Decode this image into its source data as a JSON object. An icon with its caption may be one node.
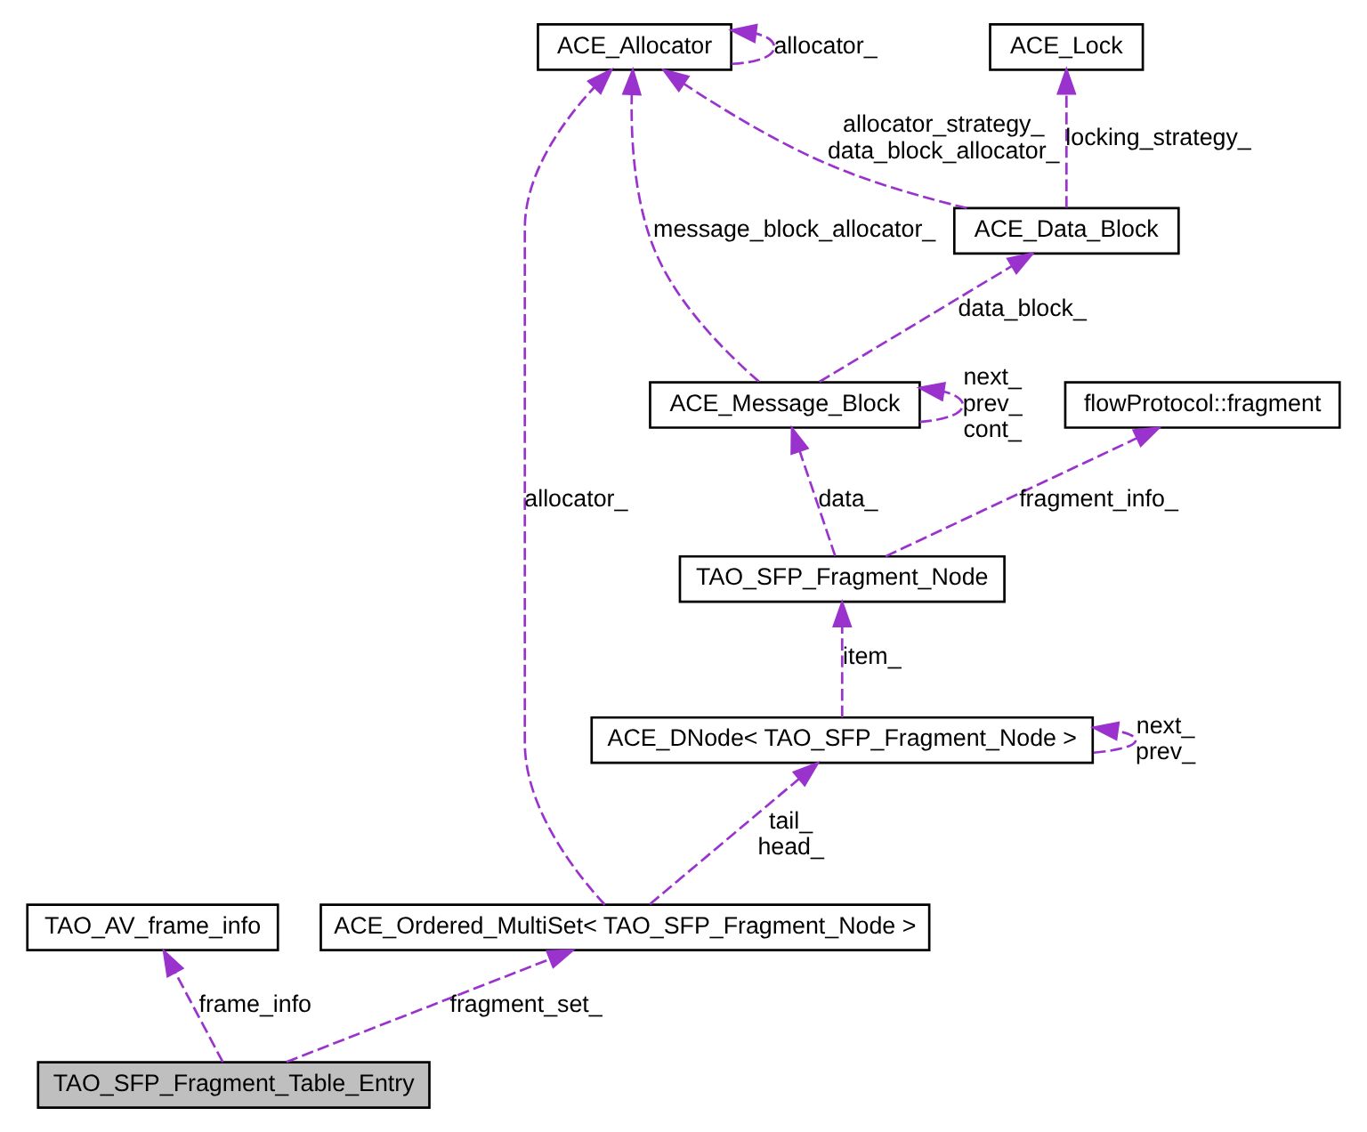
{
  "diagram": {
    "nodes": [
      {
        "text": [
          "ACE_Allocator"
        ]
      },
      {
        "text": [
          "ACE_Lock"
        ]
      },
      {
        "text": [
          "ACE_Data_Block"
        ]
      },
      {
        "text": [
          "ACE_Message_Block"
        ]
      },
      {
        "text": [
          "flowProtocol::fragment"
        ]
      },
      {
        "text": [
          "TAO_SFP_Fragment_Node"
        ]
      },
      {
        "text": [
          "ACE_DNode< TAO_SFP_Fragment_Node >"
        ]
      },
      {
        "text": [
          "TAO_AV_frame_info"
        ]
      },
      {
        "text": [
          "ACE_Ordered_MultiSet< TAO_SFP_Fragment_Node >"
        ]
      },
      {
        "text": [
          "TAO_SFP_Fragment_Table_Entry"
        ]
      }
    ],
    "edges": [
      {
        "from": 0,
        "to": 0,
        "arrow": "to",
        "label": "allocator_",
        "style": "dashed"
      },
      {
        "from": 2,
        "to": 0,
        "arrow": "to",
        "label": "allocator_strategy_ data_block_allocator_",
        "style": "dashed"
      },
      {
        "from": 2,
        "to": 1,
        "arrow": "to",
        "label": "locking_strategy_",
        "style": "dashed"
      },
      {
        "from": 3,
        "to": 0,
        "arrow": "to",
        "label": "message_block_allocator_",
        "style": "dashed"
      },
      {
        "from": 3,
        "to": 2,
        "arrow": "to",
        "label": "data_block_",
        "style": "dashed"
      },
      {
        "from": 3,
        "to": 3,
        "arrow": "to",
        "label": "next_ prev_ cont_",
        "style": "dashed"
      },
      {
        "from": 5,
        "to": 4,
        "arrow": "to",
        "label": "fragment_info_",
        "style": "dashed"
      },
      {
        "from": 5,
        "to": 3,
        "arrow": "to",
        "label": "data_",
        "style": "dashed"
      },
      {
        "from": 6,
        "to": 5,
        "arrow": "to",
        "label": "item_",
        "style": "dashed"
      },
      {
        "from": 6,
        "to": 6,
        "arrow": "to",
        "label": "next_ prev_",
        "style": "dashed"
      },
      {
        "from": 8,
        "to": 0,
        "arrow": "to",
        "label": "allocator_",
        "style": "dashed"
      },
      {
        "from": 8,
        "to": 6,
        "arrow": "to",
        "label": "tail_ head_",
        "style": "dashed"
      },
      {
        "from": 9,
        "to": 7,
        "arrow": "to",
        "label": "frame_info",
        "style": "dashed"
      },
      {
        "from": 9,
        "to": 8,
        "arrow": "to",
        "label": "fragment_set_",
        "style": "dashed"
      }
    ]
  }
}
